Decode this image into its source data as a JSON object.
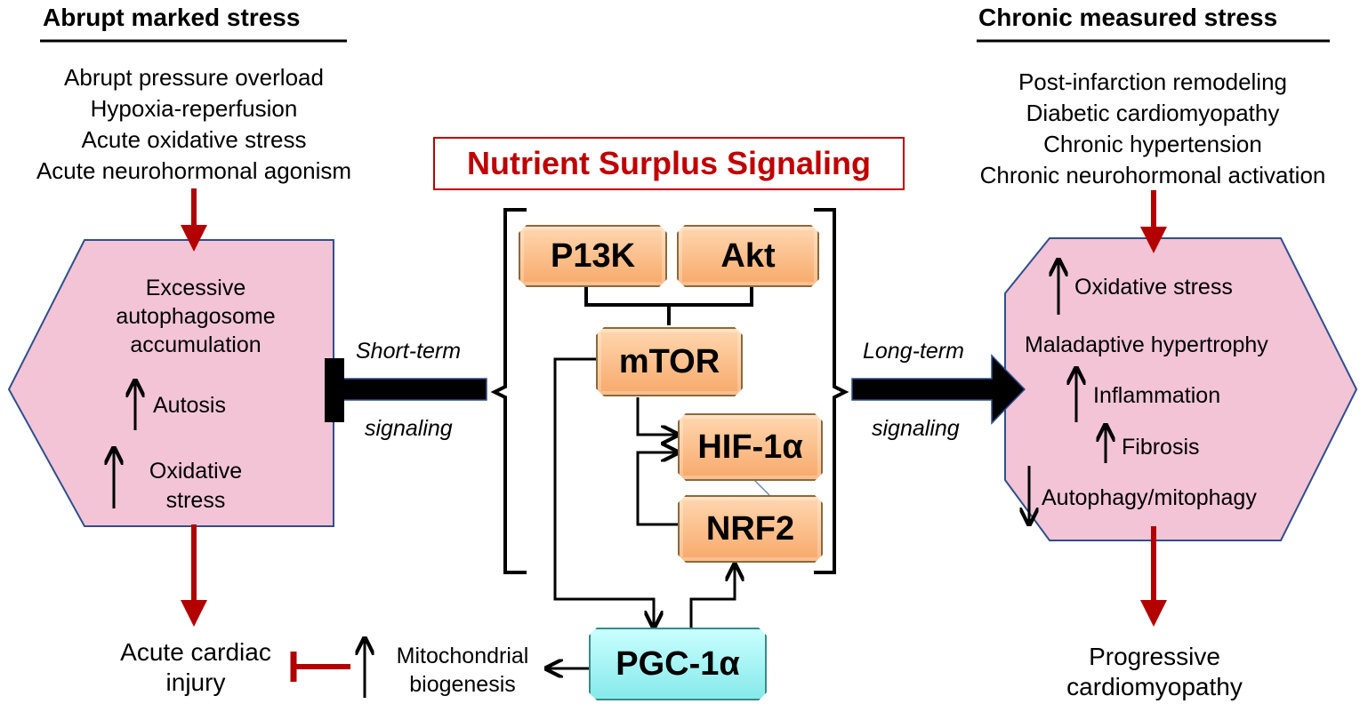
{
  "left": {
    "header": "Abrupt marked stress",
    "causes": [
      "Abrupt pressure overload",
      "Hypoxia-reperfusion",
      "Acute oxidative stress",
      "Acute neurohormonal agonism"
    ],
    "hex_items": {
      "autophagosome": [
        "Excessive",
        "autophagosome",
        "accumulation"
      ],
      "autosis": "Autosis",
      "oxidative": [
        "Oxidative",
        "stress"
      ]
    },
    "outcome": [
      "Acute cardiac",
      "injury"
    ]
  },
  "center": {
    "title": "Nutrient Surplus Signaling",
    "nodes": {
      "p13k": "P13K",
      "akt": "Akt",
      "mtor": "mTOR",
      "hif": "HIF-1α",
      "nrf2": "NRF2",
      "pgc": "PGC-1α"
    },
    "short_term": [
      "Short-term",
      "signaling"
    ],
    "long_term": [
      "Long-term",
      "signaling"
    ],
    "mito": [
      "Mitochondrial",
      "biogenesis"
    ]
  },
  "right": {
    "header": "Chronic measured stress",
    "causes": [
      "Post-infarction remodeling",
      "Diabetic cardiomyopathy",
      "Chronic hypertension",
      "Chronic neurohormonal activation"
    ],
    "hex_items": {
      "oxidative": "Oxidative stress",
      "hypertrophy": "Maladaptive hypertrophy",
      "inflammation": "Inflammation",
      "fibrosis": "Fibrosis",
      "autophagy": "Autophagy/mitophagy"
    },
    "outcome": [
      "Progressive",
      "cardiomyopathy"
    ]
  },
  "colors": {
    "hex_fill": "#f2c4d6",
    "red_arrow": "#b30000",
    "title_red": "#c00000",
    "node_orange": "#f7a96a",
    "node_cyan": "#86e9ea"
  }
}
